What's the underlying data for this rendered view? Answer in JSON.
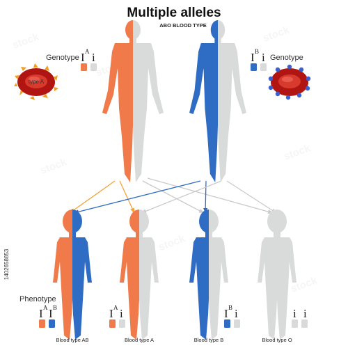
{
  "title": "Multiple alleles",
  "subtitle": "ABO BLOOD TYPE",
  "colors": {
    "a_allele": "#f07a4a",
    "b_allele": "#2f6dc4",
    "o_allele": "#d9dbdb",
    "cell_red": "#c8201c"
  },
  "genotype_label": "Genotype",
  "phenotype_label": "Phenotype",
  "allele_symbol": "I",
  "recessive_symbol": "i",
  "sup_a": "A",
  "sup_b": "B",
  "cell_antigen": "type A",
  "children": [
    {
      "blood_type": "Blood type AB"
    },
    {
      "blood_type": "Blood type A"
    },
    {
      "blood_type": "Blood type B"
    },
    {
      "blood_type": "Blood type O"
    }
  ],
  "stock_id": "1402658853"
}
